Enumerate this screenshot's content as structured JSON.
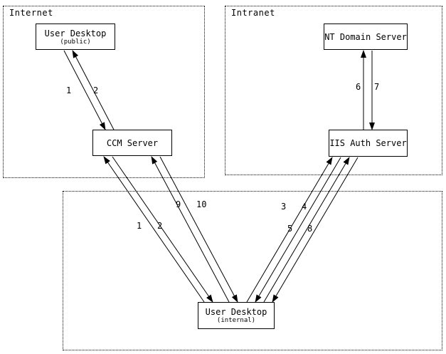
{
  "diagram": {
    "zones": {
      "internet": {
        "label": "Internet"
      },
      "intranet": {
        "label": "Intranet"
      }
    },
    "nodes": {
      "user_desktop_public": {
        "title": "User Desktop",
        "subtitle": "(public)"
      },
      "ccm_server": {
        "title": "CCM Server"
      },
      "nt_domain_server": {
        "title": "NT Domain Server"
      },
      "iis_auth_server": {
        "title": "IIS Auth Server"
      },
      "user_desktop_internal": {
        "title": "User Desktop",
        "subtitle": "(internal)"
      }
    },
    "edge_labels": {
      "public_1": "1",
      "public_2": "2",
      "nt_6": "6",
      "nt_7": "7",
      "ccm_9": "9",
      "ccm_10": "10",
      "ccm_1": "1",
      "ccm_2": "2",
      "iis_3": "3",
      "iis_4": "4",
      "iis_5": "5",
      "iis_8": "8"
    },
    "colors": {
      "line": "#000000",
      "background": "#ffffff"
    }
  }
}
